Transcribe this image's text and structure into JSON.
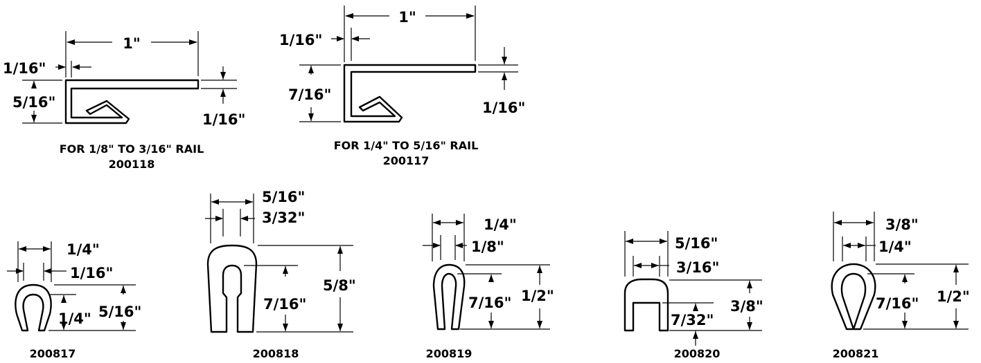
{
  "profiles": [
    {
      "id": "200118",
      "caption": "FOR 1/8\" TO 3/16\" RAIL",
      "part_number": "200118",
      "dimensions": {
        "width": "1\"",
        "wall": "1/16\"",
        "height": "5/16\"",
        "flange": "1/16\""
      }
    },
    {
      "id": "200117",
      "caption": "FOR 1/4\" TO 5/16\" RAIL",
      "part_number": "200117",
      "dimensions": {
        "width": "1\"",
        "wall": "1/16\"",
        "height": "7/16\"",
        "flange": "1/16\""
      }
    },
    {
      "id": "200817",
      "part_number": "200817",
      "dimensions": {
        "outer_width": "1/4\"",
        "wall": "1/16\"",
        "inner_depth": "1/4\"",
        "height": "5/16\""
      }
    },
    {
      "id": "200818",
      "part_number": "200818",
      "dimensions": {
        "outer_width": "5/16\"",
        "wall": "3/32\"",
        "inner_depth": "7/16\"",
        "height": "5/8\""
      }
    },
    {
      "id": "200819",
      "part_number": "200819",
      "dimensions": {
        "outer_width": "1/4\"",
        "wall": "1/8\"",
        "inner_depth": "7/16\"",
        "height": "1/2\""
      }
    },
    {
      "id": "200820",
      "part_number": "200820",
      "dimensions": {
        "outer_width": "5/16\"",
        "inner_width": "3/16\"",
        "inner_depth": "7/32\"",
        "height": "3/8\""
      }
    },
    {
      "id": "200821",
      "part_number": "200821",
      "dimensions": {
        "outer_width": "3/8\"",
        "inner_width": "1/4\"",
        "inner_depth": "7/16\"",
        "height": "1/2\""
      }
    }
  ]
}
